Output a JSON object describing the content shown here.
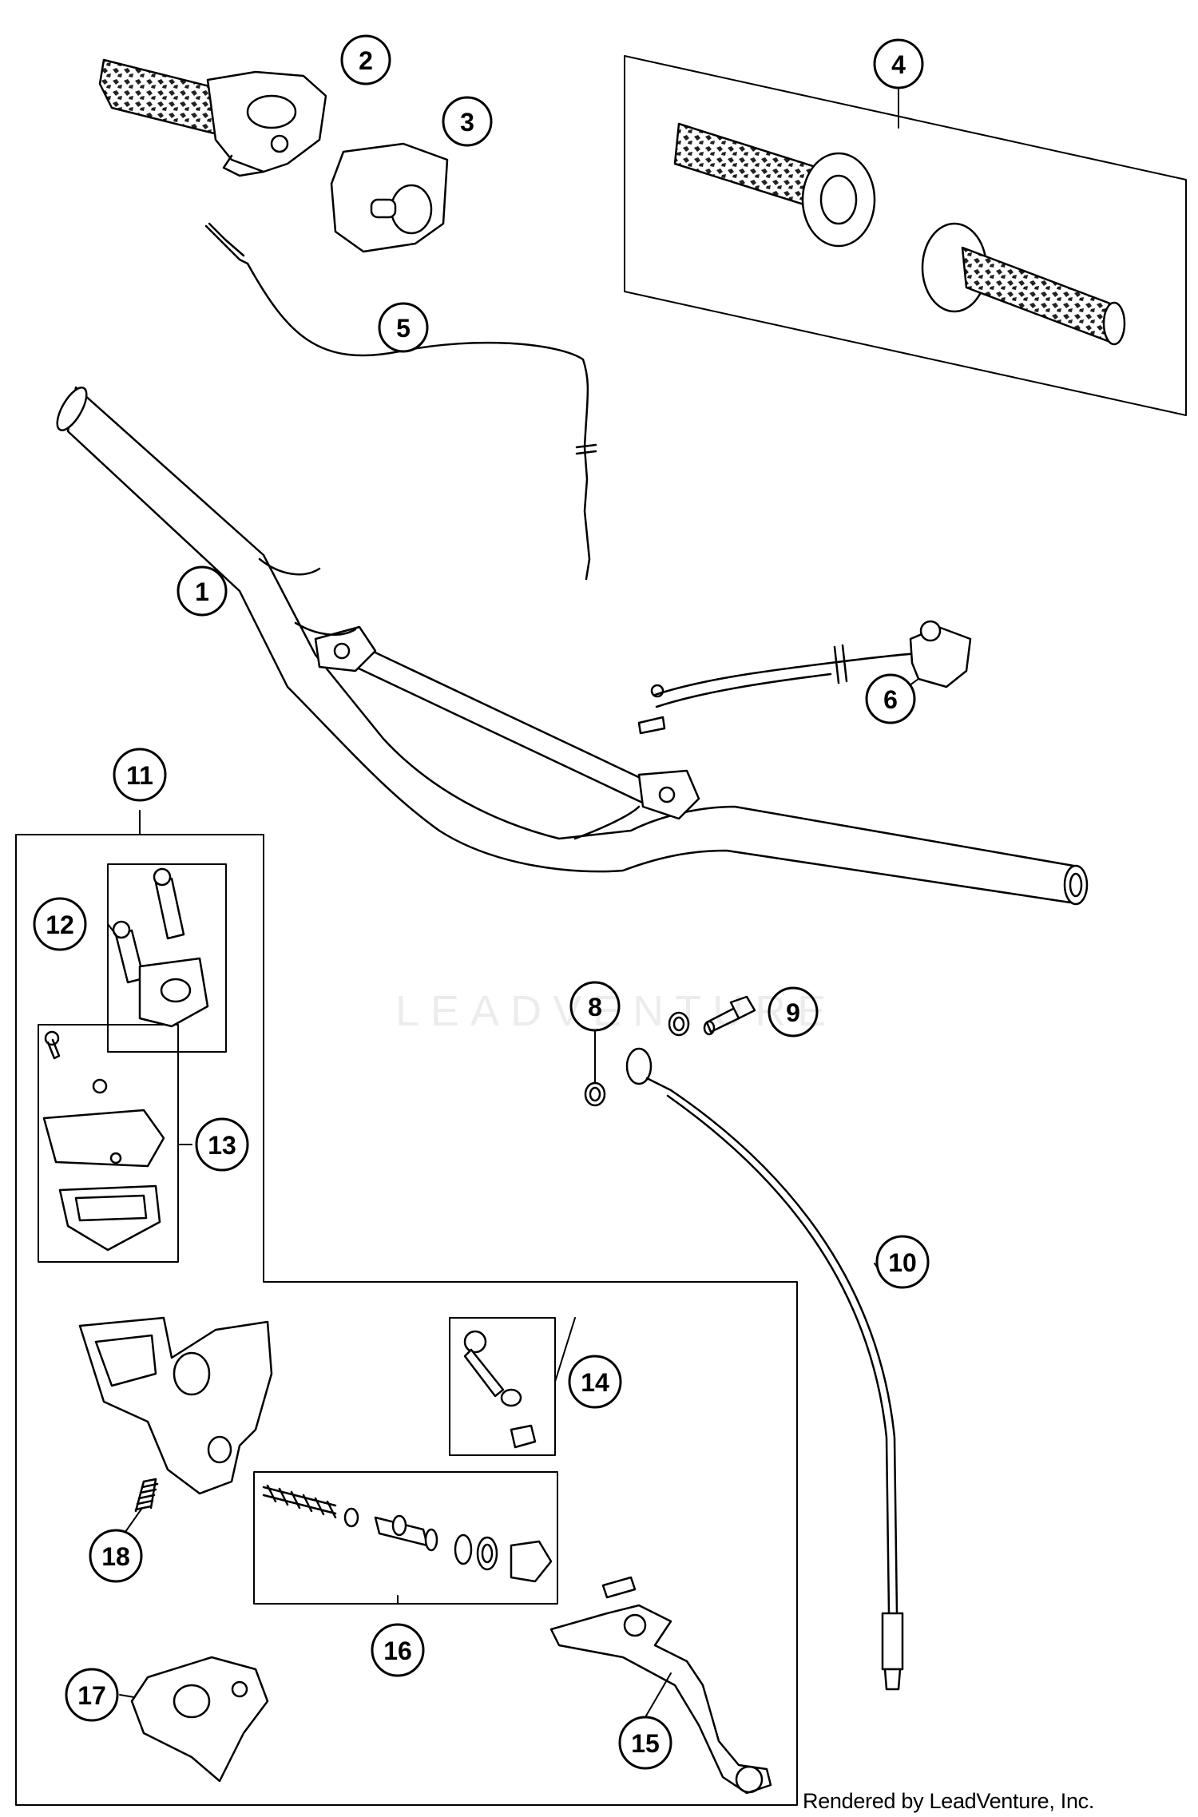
{
  "watermark": "LEADVENTURE",
  "footer": "Rendered by LeadVenture, Inc.",
  "callouts": {
    "c1": "1",
    "c2": "2",
    "c3": "3",
    "c4": "4",
    "c5": "5",
    "c6": "6",
    "c8": "8",
    "c9": "9",
    "c10": "10",
    "c11": "11",
    "c12": "12",
    "c13": "13",
    "c14": "14",
    "c15": "15",
    "c16": "16",
    "c17": "17",
    "c18": "18"
  }
}
